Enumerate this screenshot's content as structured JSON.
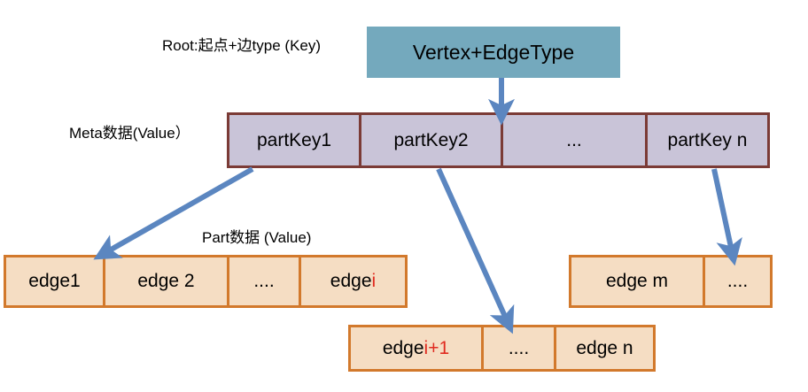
{
  "diagram": {
    "title_labels": {
      "root": "Root:起点+边type (Key)",
      "meta": "Meta数据(Value）",
      "part": "Part数据 (Value)"
    },
    "root_box": {
      "label": "Vertex+EdgeType",
      "fill": "#74a9bd"
    },
    "meta_row": {
      "fill": "#c9c4d8",
      "border": "#7b3b36",
      "cells": [
        {
          "label": "partKey1"
        },
        {
          "label": "partKey2"
        },
        {
          "label": "..."
        },
        {
          "label": "partKey n"
        }
      ]
    },
    "edge_style": {
      "fill": "#f5ddc3",
      "border": "#d2792c",
      "highlight": "#e02b20"
    },
    "edge_rows": {
      "left": [
        {
          "prefix": "edge1",
          "highlight": ""
        },
        {
          "prefix": "edge 2",
          "highlight": ""
        },
        {
          "prefix": "....",
          "highlight": ""
        },
        {
          "prefix": "edge ",
          "highlight": "i"
        }
      ],
      "middle": [
        {
          "prefix": "edge ",
          "highlight": "i+1"
        },
        {
          "prefix": "....",
          "highlight": ""
        },
        {
          "prefix": "edge n",
          "highlight": ""
        }
      ],
      "right": [
        {
          "prefix": "edge m",
          "highlight": ""
        },
        {
          "prefix": "....",
          "highlight": ""
        }
      ]
    },
    "arrows": {
      "color": "#4a7ebb",
      "items": [
        {
          "name": "arrow-vertex-to-meta"
        },
        {
          "name": "arrow-partkey1-to-left-row"
        },
        {
          "name": "arrow-partkey2-to-middle-row"
        },
        {
          "name": "arrow-partkeyn-to-right-row"
        }
      ]
    }
  }
}
